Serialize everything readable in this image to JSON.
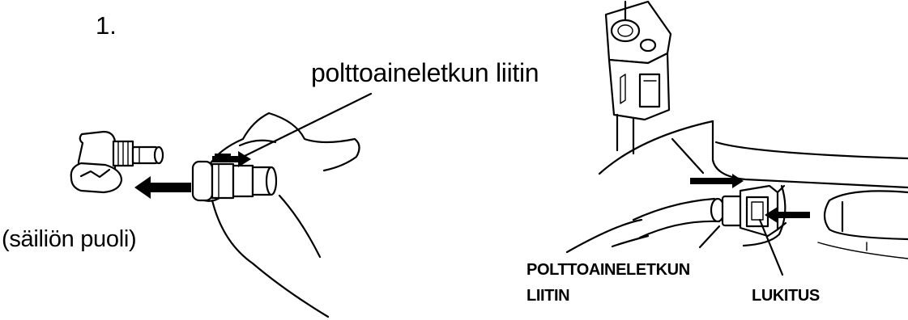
{
  "step_number": "1.",
  "labels": {
    "fuel_hose_connector": "polttoaineletkun liitin",
    "tank_side": "(säiliön puoli)",
    "connector_line1": "POLTTOAINELETKUN",
    "connector_line2": "LIITIN",
    "lock": "LUKITUS"
  }
}
